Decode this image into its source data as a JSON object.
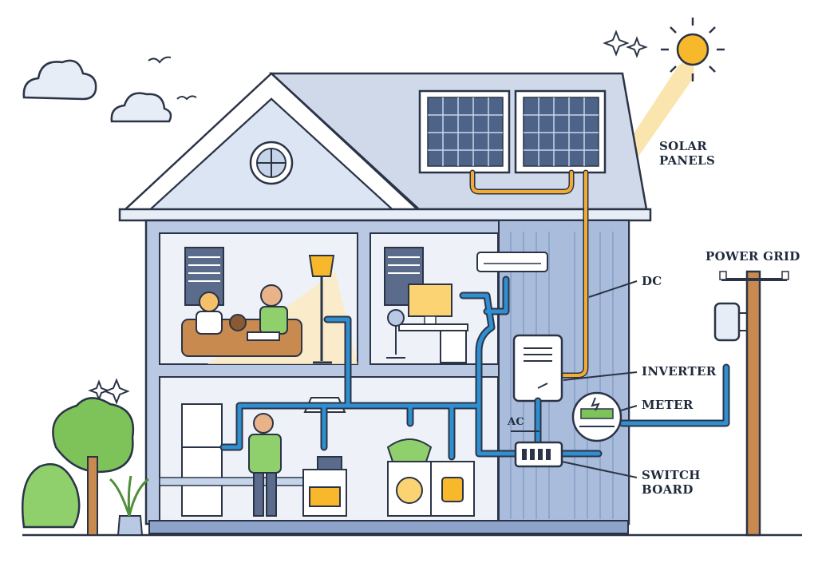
{
  "labels": {
    "solar_panels_line1": "SOLAR",
    "solar_panels_line2": "PANELS",
    "power_grid": "POWER GRID",
    "dc": "DC",
    "inverter": "INVERTER",
    "meter": "METER",
    "ac": "AC",
    "switch_board_line1": "SWITCH",
    "switch_board_line2": "BOARD"
  },
  "colors": {
    "outline": "#2b3447",
    "house_wall": "#b9c9e3",
    "roof": "#cfd9ea",
    "interior": "#eef2f8",
    "energy_flow": "#2f8fd0",
    "dc_wire": "#f2ac33",
    "sun": "#f7b82c",
    "sun_beam": "#fbe2a6",
    "plant_green": "#7dc35a"
  }
}
